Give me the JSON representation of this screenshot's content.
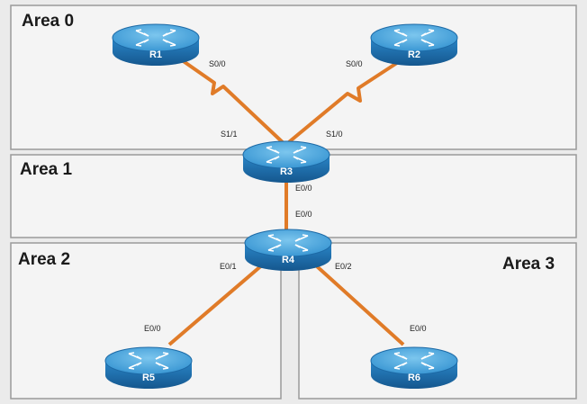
{
  "areas": [
    {
      "id": "area0",
      "label": "Area 0"
    },
    {
      "id": "area1",
      "label": "Area 1"
    },
    {
      "id": "area2",
      "label": "Area 2"
    },
    {
      "id": "area3",
      "label": "Area 3"
    }
  ],
  "routers": [
    {
      "id": "R1",
      "label": "R1"
    },
    {
      "id": "R2",
      "label": "R2"
    },
    {
      "id": "R3",
      "label": "R3"
    },
    {
      "id": "R4",
      "label": "R4"
    },
    {
      "id": "R5",
      "label": "R5"
    },
    {
      "id": "R6",
      "label": "R6"
    }
  ],
  "interfaces": {
    "r1_s00": "S0/0",
    "r2_s00": "S0/0",
    "r3_s11": "S1/1",
    "r3_s10": "S1/0",
    "r3_e00": "E0/0",
    "r4_e00": "E0/0",
    "r4_e01": "E0/1",
    "r4_e02": "E0/2",
    "r5_e00": "E0/0",
    "r6_e00": "E0/0"
  },
  "colors": {
    "link": "#e07b28",
    "router_top": "#3fa0d8",
    "router_side": "#1f6fae"
  }
}
